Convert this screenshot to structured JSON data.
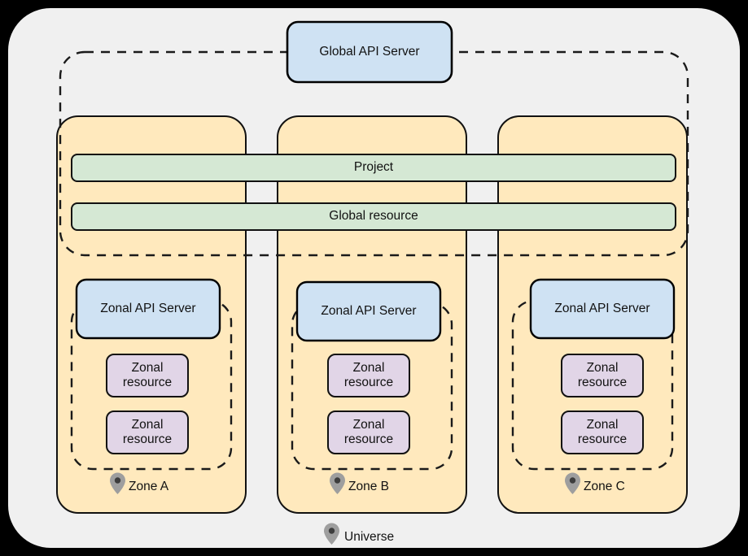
{
  "diagram": {
    "title_context": "Universe / Zones architecture",
    "outer_frame": {
      "name": "universe-frame",
      "fill": "#f0f0f0",
      "page_bg": "#000000"
    },
    "global_api_server": {
      "label": "Global API Server",
      "fill": "#cfe2f3",
      "stroke": "#000000"
    },
    "global_boundary": {
      "name": "global-scope-boundary",
      "style": "dashed",
      "stroke": "#1a1a1a"
    },
    "global_bars": [
      {
        "id": "project",
        "label": "Project",
        "fill": "#d5e8d4",
        "stroke": "#111111"
      },
      {
        "id": "global-resource",
        "label": "Global resource",
        "fill": "#d5e8d4",
        "stroke": "#111111"
      }
    ],
    "zones": [
      {
        "id": "zone-a",
        "label": "Zone A",
        "column_fill": "#ffe9bd",
        "api_server": {
          "label": "Zonal API Server",
          "fill": "#cfe2f3"
        },
        "resources": [
          {
            "label": "Zonal\nresource",
            "fill": "#e1d5e7"
          },
          {
            "label": "Zonal\nresource",
            "fill": "#e1d5e7"
          }
        ]
      },
      {
        "id": "zone-b",
        "label": "Zone B",
        "column_fill": "#ffe9bd",
        "api_server": {
          "label": "Zonal API Server",
          "fill": "#cfe2f3"
        },
        "resources": [
          {
            "label": "Zonal\nresource",
            "fill": "#e1d5e7"
          },
          {
            "label": "Zonal\nresource",
            "fill": "#e1d5e7"
          }
        ]
      },
      {
        "id": "zone-c",
        "label": "Zone C",
        "column_fill": "#ffe9bd",
        "api_server": {
          "label": "Zonal API Server",
          "fill": "#cfe2f3"
        },
        "resources": [
          {
            "label": "Zonal\nresource",
            "fill": "#e1d5e7"
          },
          {
            "label": "Zonal\nresource",
            "fill": "#e1d5e7"
          }
        ]
      }
    ],
    "universe_label": {
      "label": "Universe",
      "icon": "map-pin-icon"
    },
    "pin_icon": {
      "name": "map-pin-icon",
      "fill": "#9e9e9e",
      "dot": "#3d3d3d"
    }
  }
}
